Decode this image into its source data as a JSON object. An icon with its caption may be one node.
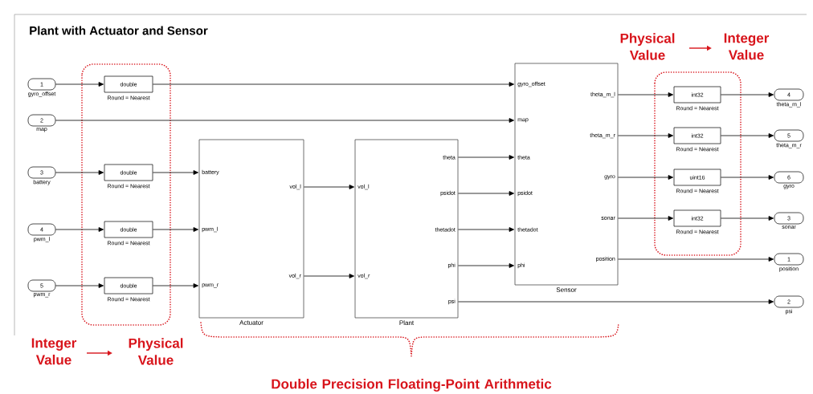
{
  "diagram": {
    "title": "Plant with Actuator and Sensor",
    "nodes": [
      {
        "text": [
          "1"
        ],
        "beside": [
          "gyro_offset"
        ]
      },
      {
        "text": [
          "2"
        ],
        "beside": [
          "map"
        ]
      },
      {
        "text": [
          "3"
        ],
        "beside": [
          "battery"
        ]
      },
      {
        "text": [
          "4"
        ],
        "beside": [
          "pwm_l"
        ]
      },
      {
        "text": [
          "5"
        ],
        "beside": [
          "pwm_r"
        ]
      },
      {
        "text": [
          "double"
        ],
        "beside": [
          "Round = Nearest"
        ]
      },
      {
        "text": [
          "double"
        ],
        "beside": [
          "Round = Nearest"
        ]
      },
      {
        "text": [
          "double"
        ],
        "beside": [
          "Round = Nearest"
        ]
      },
      {
        "text": [
          "double"
        ],
        "beside": [
          "Round = Nearest"
        ]
      },
      {
        "text": [
          "battery",
          "pwm_l",
          "pwm_r",
          "vol_l",
          "vol_r"
        ],
        "beside": [
          "Actuator"
        ]
      },
      {
        "text": [
          "vol_l",
          "vol_r",
          "theta",
          "psidot",
          "thetadot",
          "phi",
          "psi"
        ],
        "beside": [
          "Plant"
        ]
      },
      {
        "text": [
          "gyro_offset",
          "map",
          "theta",
          "psidot",
          "thetadot",
          "phi",
          "theta_m_l",
          "theta_m_r",
          "gyro",
          "sonar",
          "position"
        ],
        "beside": [
          "Sensor"
        ]
      },
      {
        "text": [
          "int32"
        ],
        "beside": [
          "Round = Nearest"
        ]
      },
      {
        "text": [
          "int32"
        ],
        "beside": [
          "Round = Nearest"
        ]
      },
      {
        "text": [
          "uint16"
        ],
        "beside": [
          "Round = Nearest"
        ]
      },
      {
        "text": [
          "int32"
        ],
        "beside": [
          "Round = Nearest"
        ]
      },
      {
        "text": [
          "4"
        ],
        "beside": [
          "theta_m_l"
        ]
      },
      {
        "text": [
          "5"
        ],
        "beside": [
          "theta_m_r"
        ]
      },
      {
        "text": [
          "6"
        ],
        "beside": [
          "gyro"
        ]
      },
      {
        "text": [
          "3"
        ],
        "beside": [
          "sonar"
        ]
      },
      {
        "text": [
          "1"
        ],
        "beside": [
          "position"
        ]
      },
      {
        "text": [
          "2"
        ],
        "beside": [
          "psi"
        ]
      }
    ],
    "edges": [
      {
        "from": 0,
        "to": 5,
        "arrow": "to"
      },
      {
        "from": 5,
        "to": 11,
        "arrow": "to"
      },
      {
        "from": 1,
        "to": 11,
        "arrow": "to"
      },
      {
        "from": 2,
        "to": 6,
        "arrow": "to"
      },
      {
        "from": 6,
        "to": 9,
        "arrow": "to"
      },
      {
        "from": 3,
        "to": 7,
        "arrow": "to"
      },
      {
        "from": 7,
        "to": 9,
        "arrow": "to"
      },
      {
        "from": 4,
        "to": 8,
        "arrow": "to"
      },
      {
        "from": 8,
        "to": 9,
        "arrow": "to"
      },
      {
        "from": 9,
        "to": 10,
        "arrow": "to"
      },
      {
        "from": 9,
        "to": 10,
        "arrow": "to"
      },
      {
        "from": 10,
        "to": 11,
        "arrow": "to"
      },
      {
        "from": 10,
        "to": 11,
        "arrow": "to"
      },
      {
        "from": 10,
        "to": 11,
        "arrow": "to"
      },
      {
        "from": 10,
        "to": 11,
        "arrow": "to"
      },
      {
        "from": 10,
        "to": 21,
        "arrow": "to"
      },
      {
        "from": 11,
        "to": 12,
        "arrow": "to"
      },
      {
        "from": 12,
        "to": 16,
        "arrow": "to"
      },
      {
        "from": 11,
        "to": 13,
        "arrow": "to"
      },
      {
        "from": 13,
        "to": 17,
        "arrow": "to"
      },
      {
        "from": 11,
        "to": 14,
        "arrow": "to"
      },
      {
        "from": 14,
        "to": 18,
        "arrow": "to"
      },
      {
        "from": 11,
        "to": 15,
        "arrow": "to"
      },
      {
        "from": 15,
        "to": 19,
        "arrow": "to"
      },
      {
        "from": 11,
        "to": 20,
        "arrow": "to"
      }
    ],
    "labels": [
      "Physical Value",
      "Integer Value",
      "Integer Value",
      "Physical Value",
      "Double Precision Floating-Point Arithmetic"
    ]
  }
}
